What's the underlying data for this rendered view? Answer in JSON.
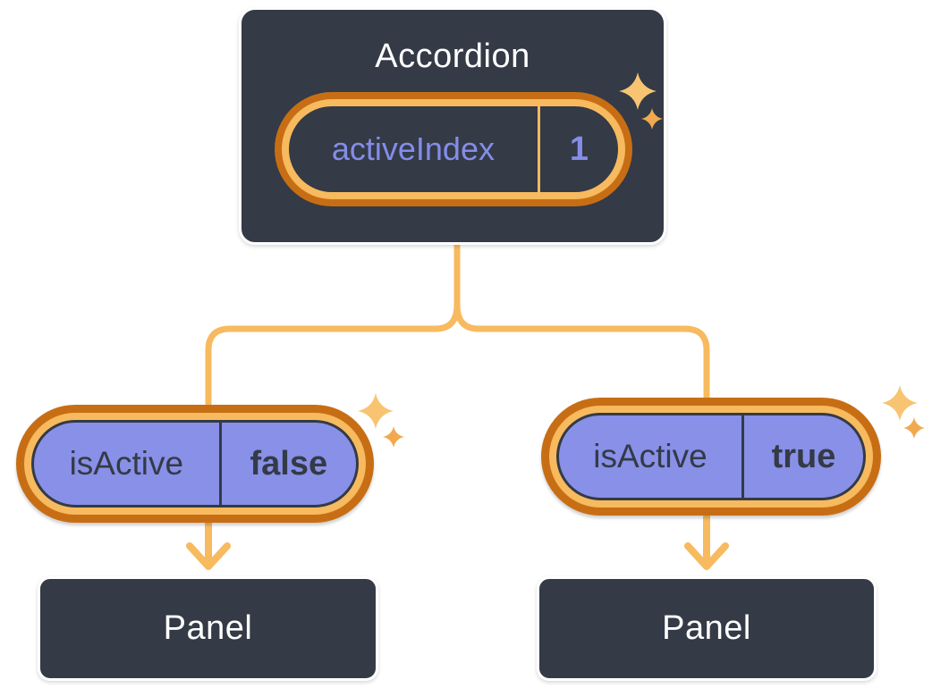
{
  "colors": {
    "background": "#FFFFFF",
    "ink": "#343A46",
    "white": "#FFFFFF",
    "purple": "#8890E8",
    "purpleText": "#848DE8",
    "orangeLight": "#F7BA5E",
    "orangeDark": "#C76E15",
    "sparkleBig": "#F8C472",
    "sparkleSmall": "#F1A94F"
  },
  "icons": [
    "sparkle-icon",
    "arrow-down-icon"
  ],
  "accordion": {
    "title": "Accordion",
    "state": {
      "label": "activeIndex",
      "value": "1"
    }
  },
  "children": [
    {
      "state": {
        "label": "isActive",
        "value": "false"
      },
      "panel_label": "Panel"
    },
    {
      "state": {
        "label": "isActive",
        "value": "true"
      },
      "panel_label": "Panel"
    }
  ]
}
